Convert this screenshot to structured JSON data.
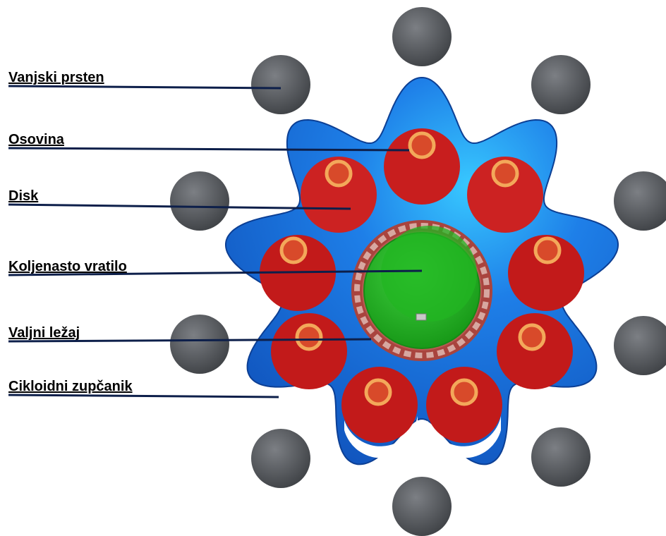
{
  "labels": {
    "outer_ring": "Vanjski prsten",
    "pin": "Osovina",
    "disk": "Disk",
    "crankshaft": "Koljenasto vratilo",
    "roller_bearing": "Valjni ležaj",
    "cycloidal_gear": "Cikloidni zupčanik"
  },
  "colors": {
    "leader_line": "#0d1f4a",
    "gear_blue": "#1f6fe0",
    "disk_red": "#c81e1e",
    "pin_orange": "#f0a050",
    "crank_green": "#1faa1f",
    "bearing_brown": "#b05a50",
    "outer_roller_gray": "#55585c"
  }
}
